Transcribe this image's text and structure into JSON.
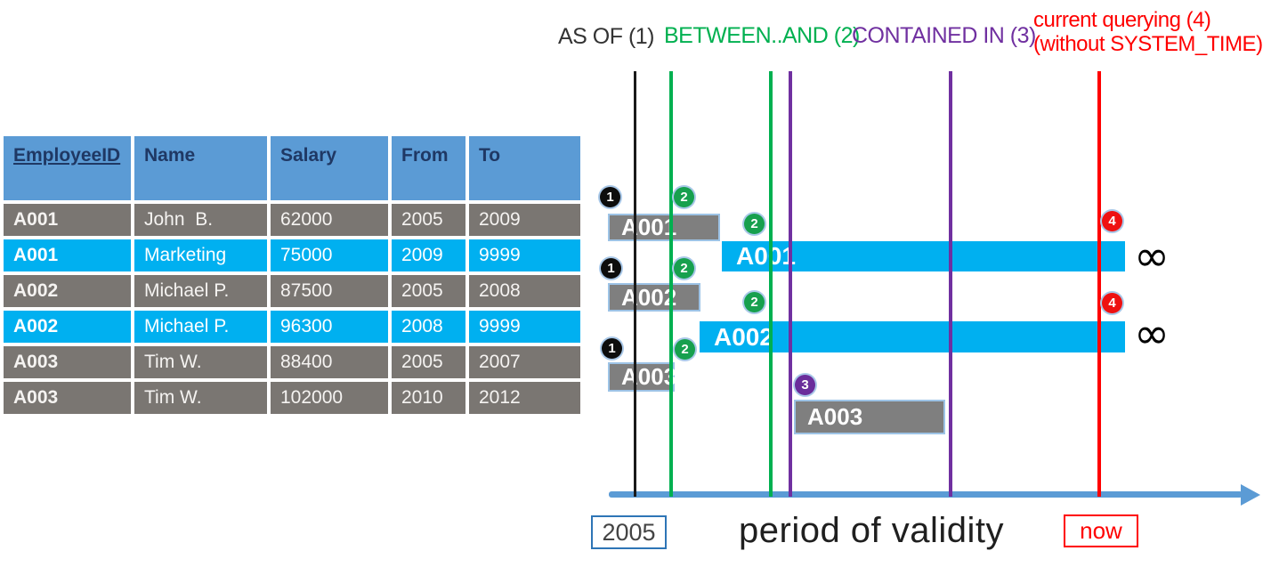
{
  "legend": {
    "as_of": "AS OF (1)",
    "between_and": "BETWEEN..AND (2)",
    "contained_in": "CONTAINED IN (3)",
    "current_querying_line1": "current querying (4)",
    "current_querying_line2": "(without SYSTEM_TIME)"
  },
  "employee_table": {
    "headers": [
      "EmployeeID",
      "Name",
      "Salary",
      "From",
      "To"
    ],
    "rows": [
      {
        "id": "A001",
        "name": "John  B.",
        "salary": "62000",
        "from": "2005",
        "to": "2009",
        "highlight": false
      },
      {
        "id": "A001",
        "name": "Marketing",
        "salary": "75000",
        "from": "2009",
        "to": "9999",
        "highlight": true
      },
      {
        "id": "A002",
        "name": "Michael P.",
        "salary": "87500",
        "from": "2005",
        "to": "2008",
        "highlight": false
      },
      {
        "id": "A002",
        "name": "Michael P.",
        "salary": "96300",
        "from": "2008",
        "to": "9999",
        "highlight": true
      },
      {
        "id": "A003",
        "name": "Tim W.",
        "salary": "88400",
        "from": "2005",
        "to": "2007",
        "highlight": false
      },
      {
        "id": "A003",
        "name": "Tim W.",
        "salary": "102000",
        "from": "2010",
        "to": "2012",
        "highlight": false
      }
    ]
  },
  "timeline": {
    "bars": {
      "a001_old": "A001",
      "a001_current": "A001",
      "a002_old": "A002",
      "a002_current": "A002",
      "a003_old": "A003",
      "a003_second": "A003"
    },
    "badges": {
      "n1": "1",
      "n2": "2",
      "n3": "3",
      "n4": "4"
    },
    "infinity": "∞",
    "axis": {
      "start_label": "2005",
      "title": "period of validity",
      "now_label": "now"
    }
  },
  "colors": {
    "as_of_black": "#1A1A1A",
    "between_green": "#00B050",
    "contained_purple": "#7030A0",
    "current_red": "#FF0000",
    "history_bar_gray": "#7F7F7F",
    "current_bar_cyan": "#00B0F0",
    "bar_border_blue": "#9DC3E6",
    "axis_blue": "#5B9BD5",
    "table_header_blue": "#5B9BD5",
    "table_header_text": "#1F3864",
    "table_row_gray": "#7A7672",
    "table_row_cyan": "#00B0F0",
    "year_box_border": "#2E75B6"
  }
}
